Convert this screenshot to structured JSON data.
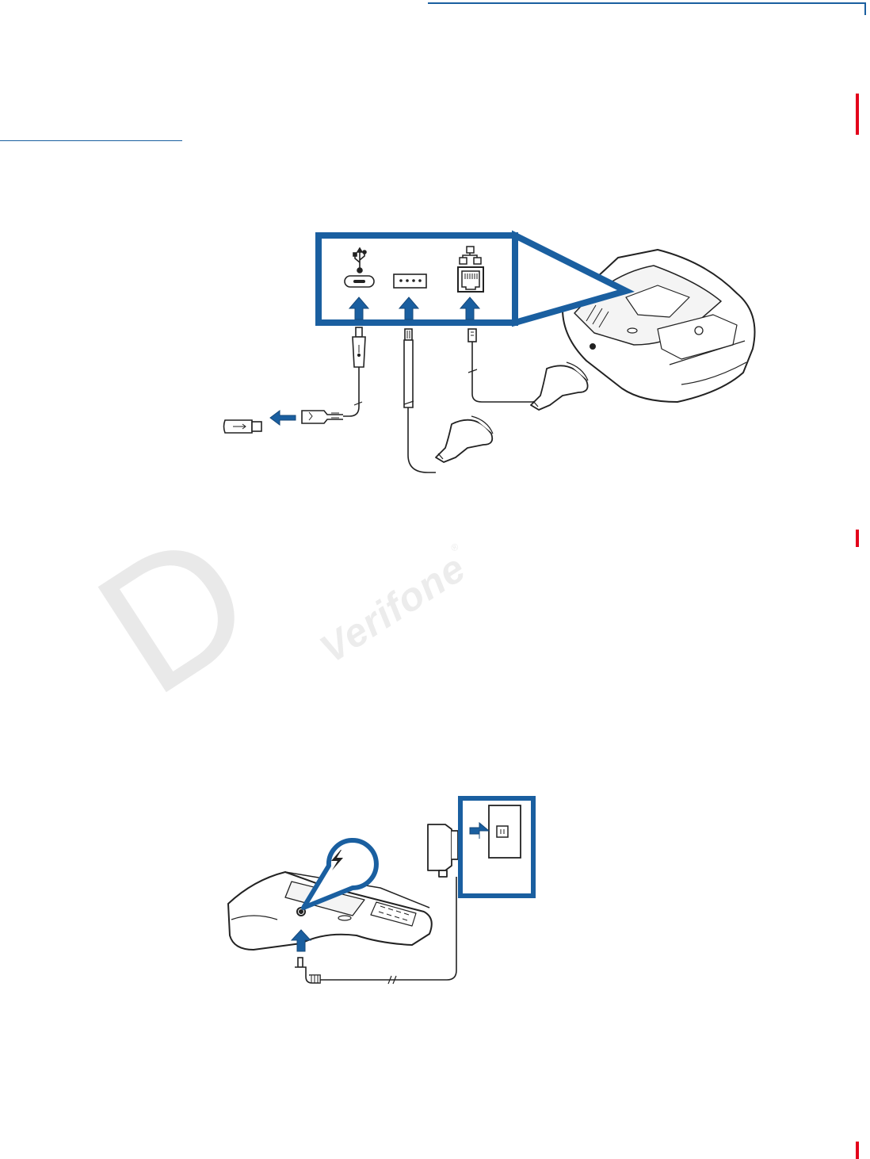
{
  "colors": {
    "accent_blue": "#1a5fa0",
    "change_bar_red": "#e3001b",
    "line": "#222222",
    "watermark": "#eaeaea"
  },
  "watermark": {
    "letter": "D",
    "brand": "Verifone",
    "brand_mark": "®"
  },
  "figures": {
    "ports": {
      "icons": [
        "usb-icon",
        "serial-port-icon",
        "ethernet-icon"
      ],
      "devices": [
        "usb-flash-drive",
        "usb-cable",
        "serial-cable",
        "barcode-scanner",
        "barcode-scanner",
        "terminal"
      ]
    },
    "power": {
      "icons": [
        "power-bolt-icon",
        "wall-outlet-icon"
      ],
      "devices": [
        "terminal",
        "power-adapter",
        "dc-plug"
      ]
    }
  }
}
